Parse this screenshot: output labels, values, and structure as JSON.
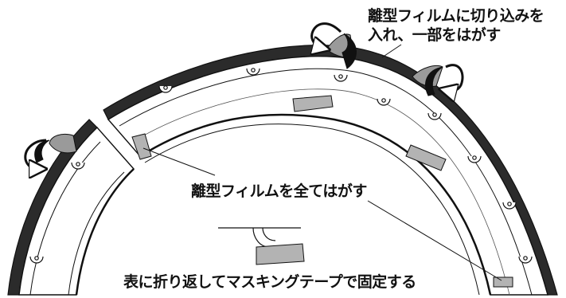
{
  "annotations": {
    "top_line1": "離型フィルムに切り込みを",
    "top_line2": "入れ、一部をはがす",
    "middle": "離型フィルムを全てはがす",
    "bottom": "表に折り返してマスキングテープで固定する"
  },
  "colors": {
    "ink": "#111111",
    "part_fill": "#ffffff",
    "rim_dark": "#2b2b2b",
    "tape_gray": "#b3b3b3",
    "film_gray": "#9a9a9a"
  }
}
